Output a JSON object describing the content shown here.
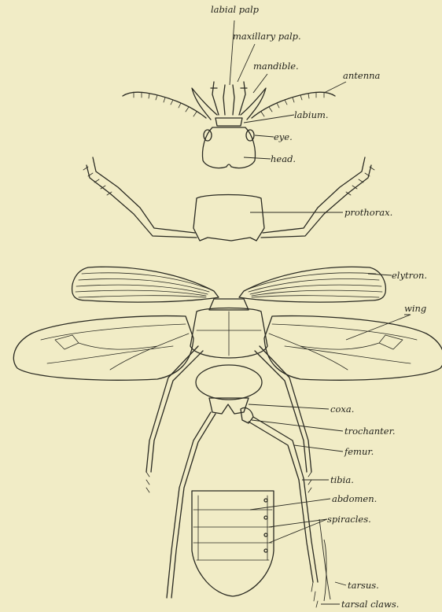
{
  "labels": {
    "labial_palp": "labial palp",
    "maxillary_palp": "maxillary palp.",
    "mandible": "mandible.",
    "antenna": "antenna",
    "labium": "labium.",
    "eye": "eye.",
    "head": "head.",
    "prothorax": "prothorax.",
    "elytron": "elytron.",
    "wing": "wing",
    "coxa": "coxa.",
    "trochanter": "trochanter.",
    "femur": "femur.",
    "tibia": "tibia.",
    "abdomen": "abdomen.",
    "spiracles": "spiracles.",
    "tarsus": "tarsus.",
    "tarsal_claws": "tarsal claws."
  },
  "colors": {
    "paper": "#f1ecc6",
    "ink": "#2a2a22"
  }
}
